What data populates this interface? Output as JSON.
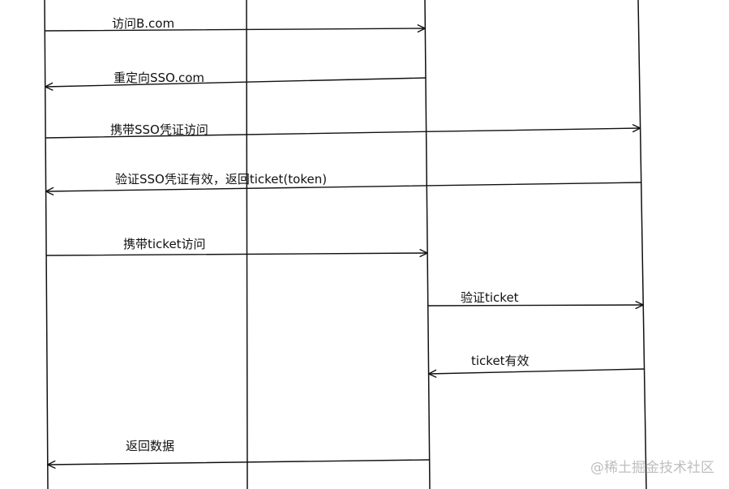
{
  "diagram": {
    "type": "sequence",
    "participant_count": 4,
    "messages": [
      {
        "label": "访问B.com",
        "from": 0,
        "to": 2
      },
      {
        "label": "重定向SSO.com",
        "from": 2,
        "to": 0
      },
      {
        "label": "携带SSO凭证访问",
        "from": 0,
        "to": 3
      },
      {
        "label": "验证SSO凭证有效，返回ticket(token)",
        "from": 3,
        "to": 0
      },
      {
        "label": "携带ticket访问",
        "from": 0,
        "to": 2
      },
      {
        "label": "验证ticket",
        "from": 2,
        "to": 3
      },
      {
        "label": "ticket有效",
        "from": 3,
        "to": 2
      },
      {
        "label": "返回数据",
        "from": 2,
        "to": 0
      }
    ]
  },
  "watermark": {
    "text": "@稀土掘金技术社区"
  }
}
